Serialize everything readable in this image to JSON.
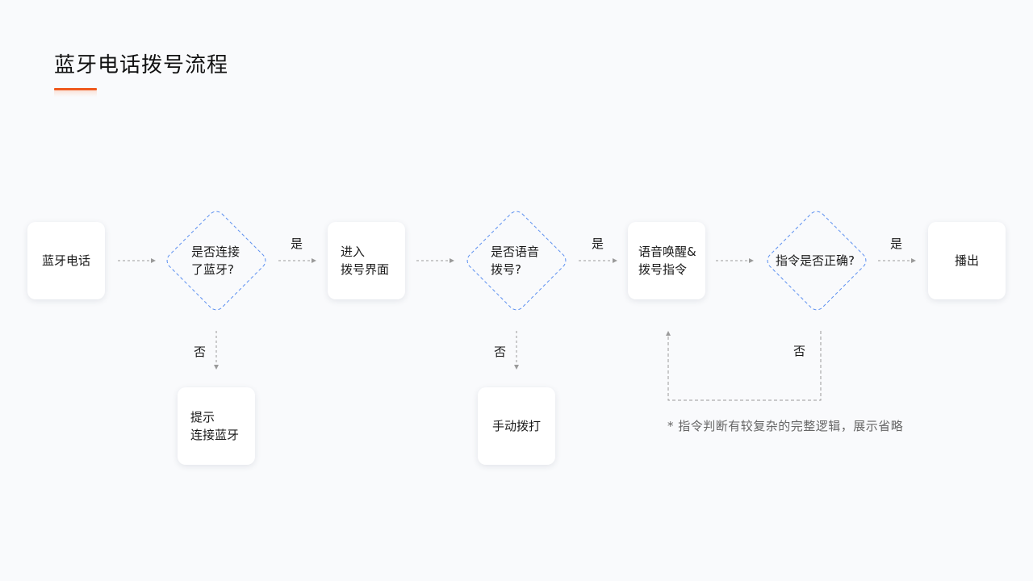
{
  "title": "蓝牙电话拨号流程",
  "colors": {
    "accent": "#ef5a1f",
    "diamond_border": "#5b8ff0",
    "arrow": "#9a9a9a",
    "background": "#f9fafc"
  },
  "nodes": {
    "bluetooth_phone": "蓝牙电话",
    "check_connected": "是否连接\n了蓝牙?",
    "enter_dial_ui": "进入\n拨号界面",
    "check_voice": "是否语音\n拨号?",
    "voice_wake": "语音唤醒&\n拨号指令",
    "check_command": "指令是否正确?",
    "dial_out": "播出",
    "prompt_connect": "提示\n连接蓝牙",
    "manual_dial": "手动拨打"
  },
  "edges": {
    "yes_1": "是",
    "yes_2": "是",
    "yes_3": "是",
    "no_1": "否",
    "no_2": "否",
    "no_3": "否"
  },
  "note": "* 指令判断有较复杂的完整逻辑，展示省略"
}
